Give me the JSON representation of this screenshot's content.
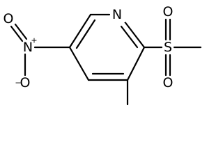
{
  "molecule": {
    "atoms": {
      "n_ring": "N",
      "s_sulfonyl": "S",
      "o_sulfonyl_top": "O",
      "o_sulfonyl_bottom": "O",
      "n_nitro": "N",
      "n_nitro_charge": "+",
      "o_nitro_upper": "O",
      "o_nitro_lower": "O",
      "o_nitro_lower_charge": "−"
    }
  }
}
